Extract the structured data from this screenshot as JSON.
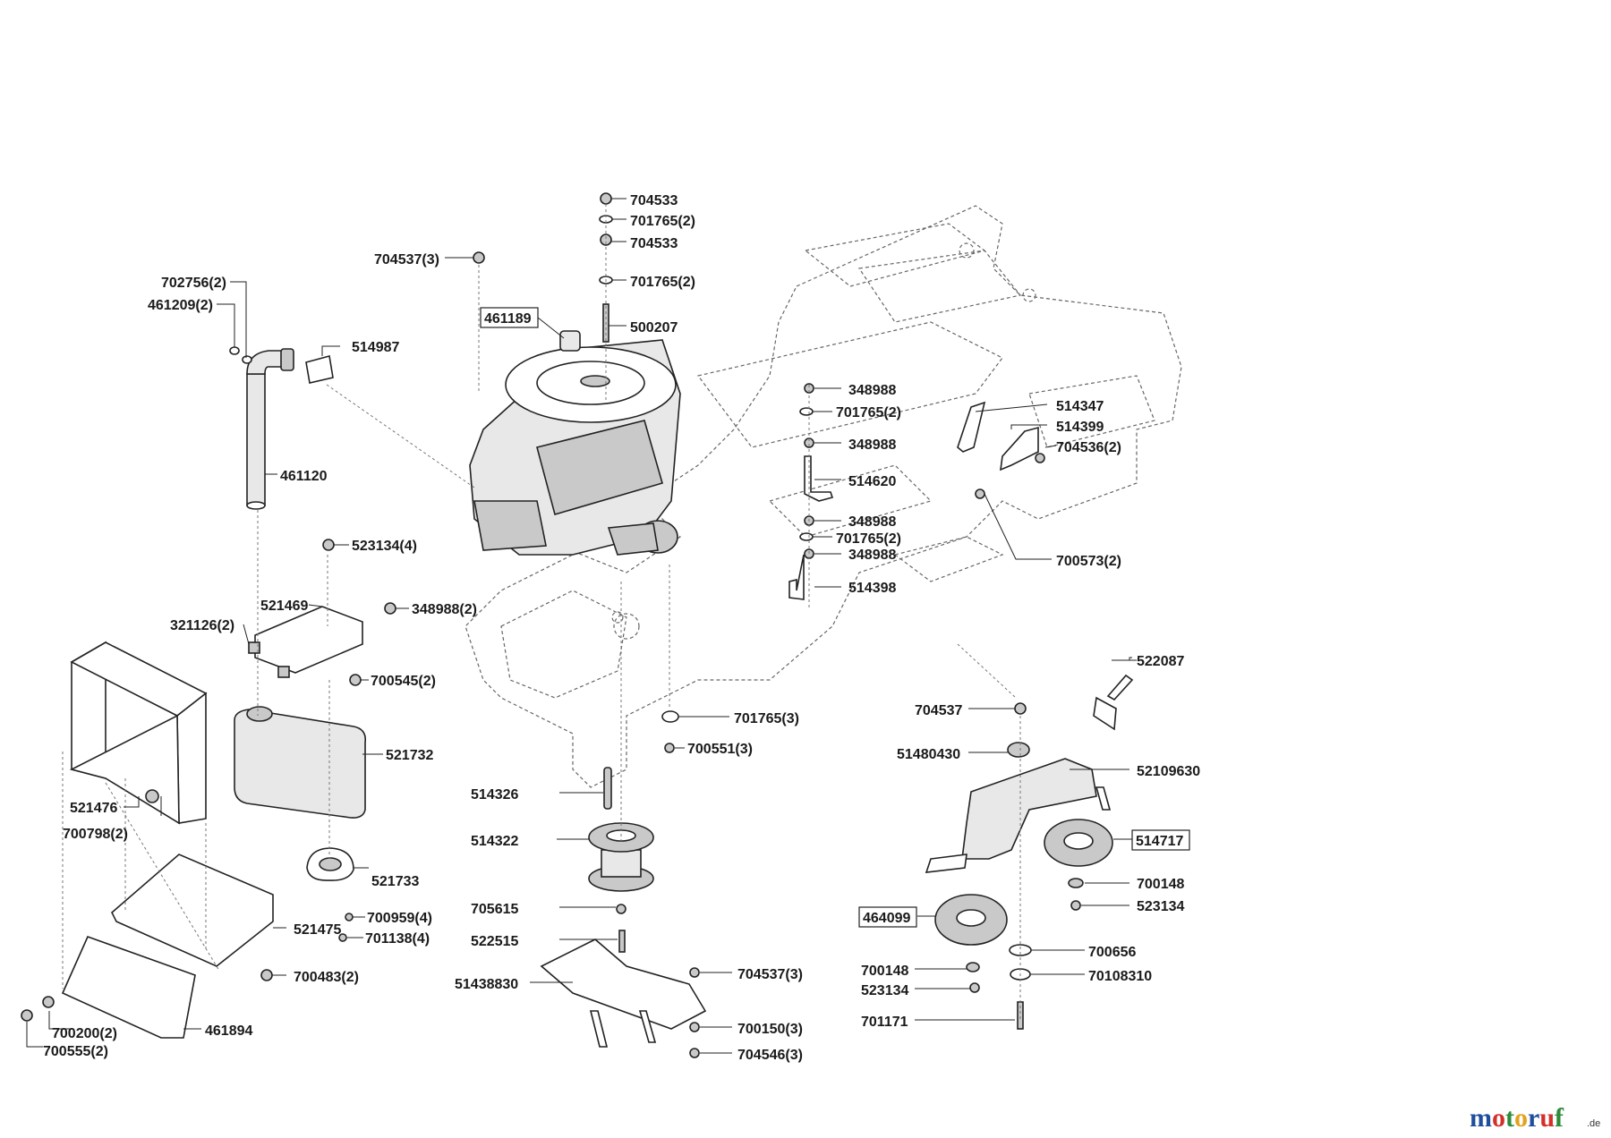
{
  "labels": {
    "p704533a": "704533",
    "p701765_2a": "701765(2)",
    "p704533b": "704533",
    "p701765_2b": "701765(2)",
    "p500207": "500207",
    "p704537_3a": "704537(3)",
    "p461189": "461189",
    "p702756_2": "702756(2)",
    "p461209_2": "461209(2)",
    "p514987": "514987",
    "p461120": "461120",
    "p523134_4": "523134(4)",
    "p521469": "521469",
    "p348988_2": "348988(2)",
    "p321126_2": "321126(2)",
    "p700545_2": "700545(2)",
    "p521732": "521732",
    "p521476": "521476",
    "p700798_2": "700798(2)",
    "p521733": "521733",
    "p700959_4": "700959(4)",
    "p701138_4": "701138(4)",
    "p521475": "521475",
    "p700483_2": "700483(2)",
    "p700200_2": "700200(2)",
    "p700555_2": "700555(2)",
    "p461894": "461894",
    "p348988a": "348988",
    "p701765_2c": "701765(2)",
    "p348988b": "348988",
    "p514620": "514620",
    "p348988c": "348988",
    "p701765_2d": "701765(2)",
    "p348988d": "348988",
    "p514398": "514398",
    "p514347": "514347",
    "p514399": "514399",
    "p704536_2": "704536(2)",
    "p700573_2": "700573(2)",
    "p701765_3": "701765(3)",
    "p700551_3": "700551(3)",
    "p514326": "514326",
    "p514322": "514322",
    "p705615": "705615",
    "p522515": "522515",
    "p51438830": "51438830",
    "p704537_3b": "704537(3)",
    "p700150_3": "700150(3)",
    "p704546_3": "704546(3)",
    "p522087": "522087",
    "p704537": "704537",
    "p51480430": "51480430",
    "p52109630": "52109630",
    "p514717": "514717",
    "p700148a": "700148",
    "p523134a": "523134",
    "p464099": "464099",
    "p700656": "700656",
    "p700148b": "700148",
    "p70108310": "70108310",
    "p523134b": "523134",
    "p701171": "701171"
  },
  "logo": {
    "letters": [
      "m",
      "o",
      "t",
      "o",
      "r",
      "u",
      "f"
    ],
    "colors": [
      "#1f4e9c",
      "#d4302a",
      "#2e8b3a",
      "#e3a21a",
      "#1f4e9c",
      "#d4302a",
      "#2e8b3a"
    ],
    "suffix": ".de"
  }
}
